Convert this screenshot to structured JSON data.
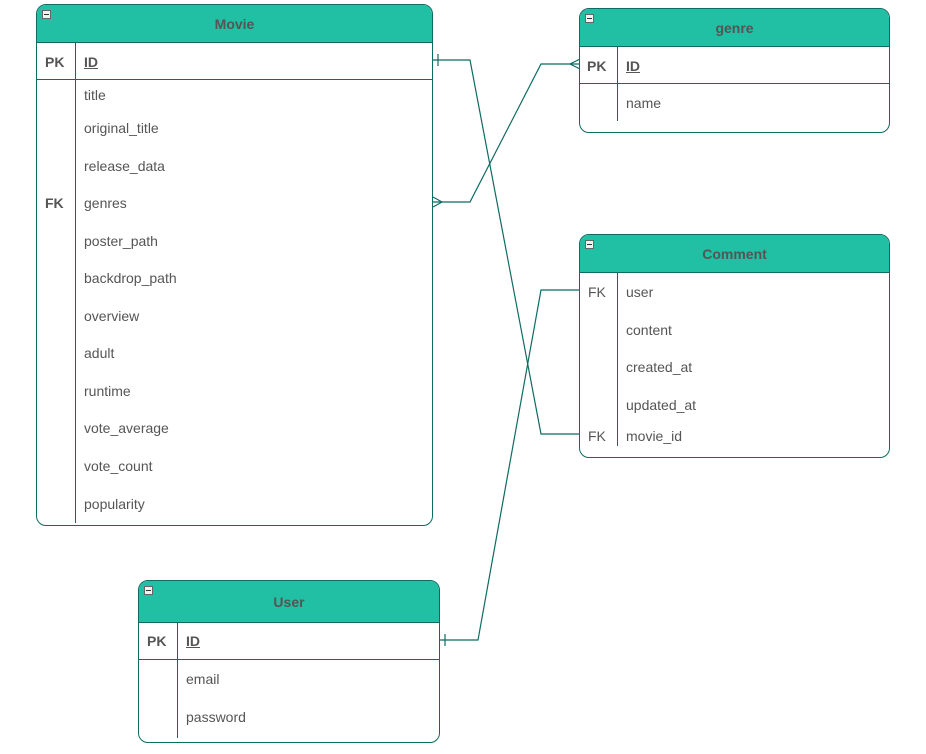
{
  "movie": {
    "name": "Movie",
    "pk": {
      "key": "PK",
      "name": "ID"
    },
    "fields": [
      "title",
      "original_title",
      "release_data",
      "genres",
      "poster_path",
      "backdrop_path",
      "overview",
      "adult",
      "runtime",
      "vote_average",
      "vote_count",
      "popularity"
    ],
    "fk_key": "FK"
  },
  "genre": {
    "name": "genre",
    "pk": {
      "key": "PK",
      "name": "ID"
    },
    "fields": [
      "name"
    ]
  },
  "comment": {
    "name": "Comment",
    "fk_user": {
      "key": "FK",
      "name": "user"
    },
    "fields": [
      "content",
      "created_at",
      "updated_at"
    ],
    "fk_movie": {
      "key": "FK",
      "name": "movie_id"
    }
  },
  "user": {
    "name": "User",
    "pk": {
      "key": "PK",
      "name": "ID"
    },
    "fields": [
      "email",
      "password"
    ]
  },
  "colors": {
    "header": "#21bfa3",
    "border": "#0e6b62",
    "text": "#555555"
  }
}
